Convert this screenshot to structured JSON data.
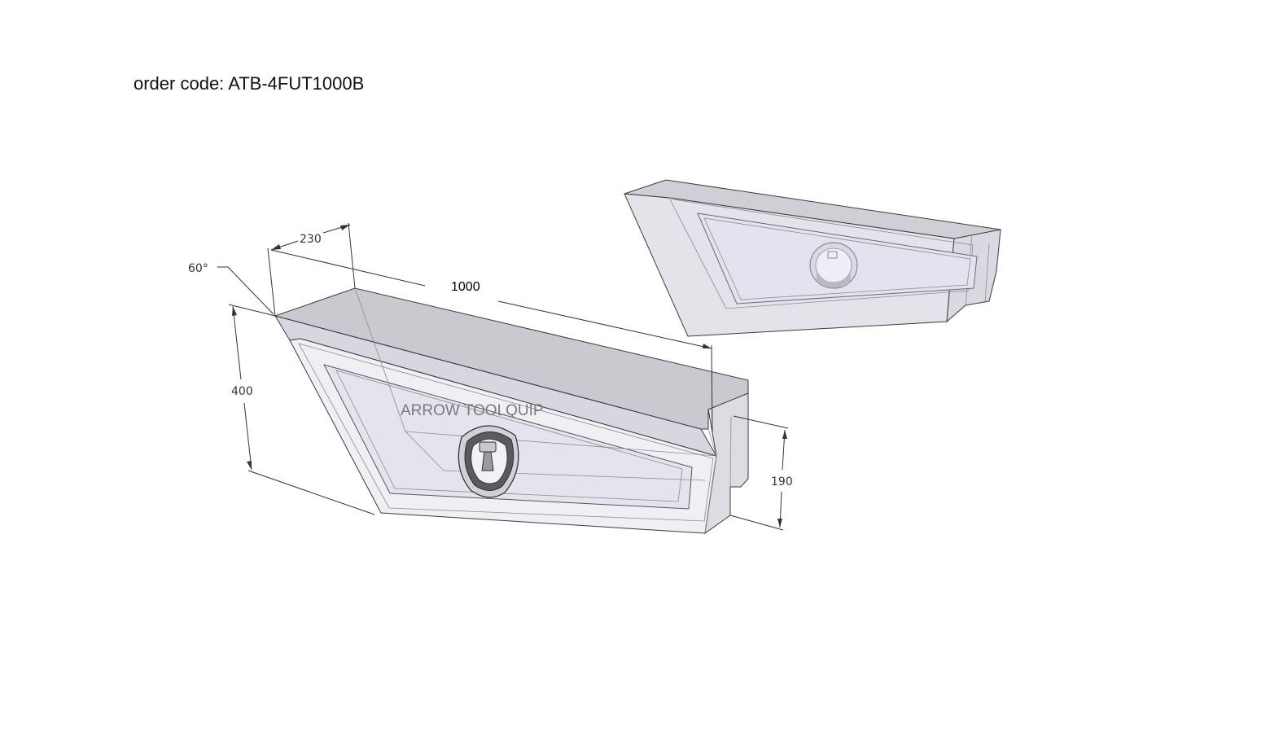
{
  "header": {
    "order_code": "order code: ATB-4FUT1000B"
  },
  "dimensions": {
    "angle": "60°",
    "depth": "230",
    "length": "1000",
    "height": "400",
    "lower_height": "190"
  },
  "brand": {
    "text": "ARROW TOOLQUIP"
  },
  "colors": {
    "top_face": "#c9c9cf",
    "side_face": "#d7d7df",
    "front_face": "#eeeef3",
    "door_panel": "#e6e6f0",
    "edge": "#3a3a40",
    "handle": "#5a5a60"
  }
}
